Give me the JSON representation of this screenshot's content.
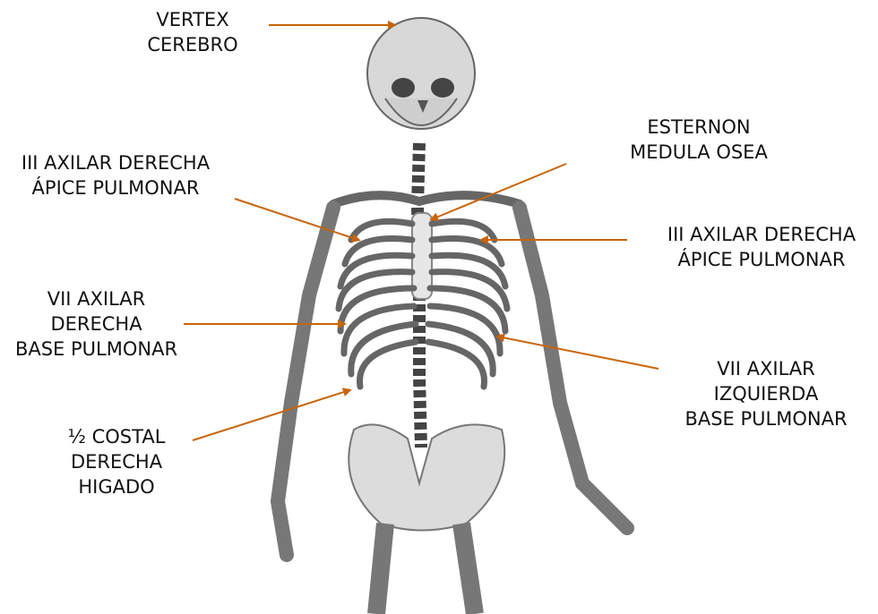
{
  "arrow_color": "#c8650a",
  "labels": {
    "vertex": [
      "VERTEX",
      "CEREBRO"
    ],
    "esternon": [
      "ESTERNON",
      "MEDULA OSEA"
    ],
    "apice_der_left": [
      "III AXILAR DERECHA",
      "ÁPICE PULMONAR"
    ],
    "apice_der_right": [
      "III AXILAR DERECHA",
      "ÁPICE PULMONAR"
    ],
    "base_der": [
      "VII AXILAR",
      "DERECHA",
      "BASE PULMONAR"
    ],
    "base_izq": [
      "VII AXILAR",
      "IZQUIERDA",
      "BASE PULMONAR"
    ],
    "costal": [
      "½ COSTAL",
      "DERECHA",
      "HIGADO"
    ]
  }
}
